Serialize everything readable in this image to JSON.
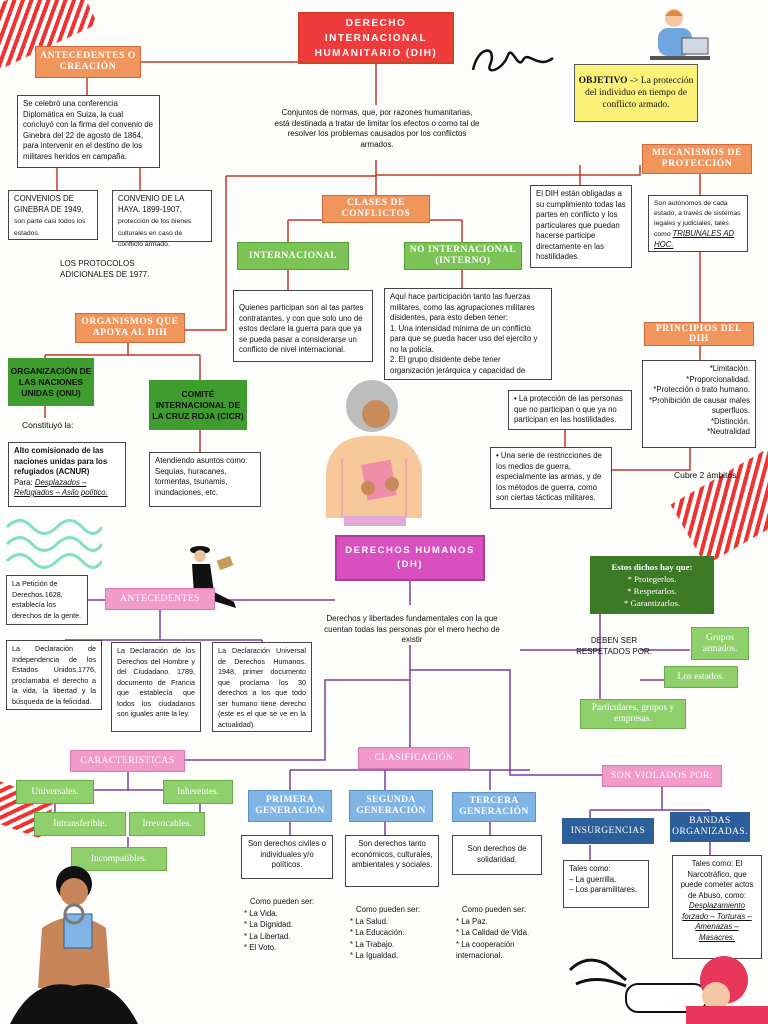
{
  "dih": {
    "title_line1": "DERECHO",
    "title_line2": "INTERNACIONAL",
    "title_line3": "HUMANITARIO (DIH)",
    "definition": "Conjuntos de normas, que, por razones humanitarias, está destinada a tratar de limitar los efectos o como tal de resolver los problemas causados por los conflictos armados.",
    "objetivo_label": "OBJETIVO",
    "objetivo_text": " -> La protección del individuo en tiempo de conflicto armado.",
    "antecedentes": {
      "label": "ANTECEDENTES O CREACIÓN",
      "text": "Se celebró una conferencia Diplomática en Suiza, la cual concluyó con la firma del convenio de Ginebra del 22 de agosto de 1864, para intervenir en el destino de los militares heridos en campaña.",
      "ginebra_a": "CONVENIOS DE GINEBRA DE 1949,",
      "ginebra_b": " son parte casi todos los estados.",
      "haya_a": "CONVENIO DE LA HAYA. 1899-1907,",
      "haya_b": " protección de los bienes culturales en caso de conflicto armado.",
      "protocolos": "LOS PROTOCOLOS ADICIONALES DE 1977."
    },
    "clases": {
      "label": "CLASES DE CONFLICTOS",
      "internacional": "INTERNACIONAL",
      "no_internacional": "NO INTERNACIONAL (INTERNO)",
      "internacional_text": "Quienes participan son al tas partes contratantes, y con que solo uno de estos declare la guerra para que ya se pueda pasar a considerarse un conflicto de nivel internacional.",
      "no_internacional_text": "Aquí hace participación tanto las fuerzas militares, como las agrupaciones militares disidentes, para esto deben tener:\n1. Una intensidad mínima de un conflicto para que se pueda hacer uso del ejercito y no la policía.\n2. El grupo disidente debe tener organización jerárquica y capacidad de"
    },
    "mecanismos": {
      "label": "MECANISMOS DE PROTECCIÓN",
      "left_text": "El DIH están obligadas a su cumplimiento todas las partes en conflicto y los particulares que puedan hacerse participe directamente en las hostilidades.",
      "right_text_a": "Son autónomos de cada estado, a través de sistemas legales y judiciales, tales como ",
      "right_text_b": "TRIBUNALES AD HOC."
    },
    "organismos": {
      "label": "ORGANISMOS QUE APOYA AL DIH",
      "onu": "ORGANIZACIÓN DE LAS NACIONES UNIDAS (ONU)",
      "constituyo": "Constituyó la:",
      "acnur_a": "Alto comisionado de las naciones unidas para los refugiados (ACNUR)",
      "acnur_para": "Para: ",
      "acnur_b": "Desplazados – Refugiados – Asilo político.",
      "cicr": "COMITÉ INTERNACIONAL DE LA CRUZ ROJA (CICR)",
      "cicr_text": "Atendiendo asuntos como: Sequías, huracanes, tormentas, tsunamis, inundaciones, etc."
    },
    "principios": {
      "label": "PRINCIPIOS DEL DIH",
      "items": [
        "*Limitación.",
        "*Proporcionalidad.",
        "*Protección o trato humano.",
        "*Prohibición de causar males superfluos.",
        "*Distinción.",
        "*Neutralidad"
      ]
    },
    "ambitos": {
      "a": "• La protección de las personas que no participan o que ya no participan en las hostilidades.",
      "b": "• Una serie de restricciones de los medios de guerra, especialmente las armas, y de los métodos de guerra, como son ciertas tácticas militares.",
      "label": "Cubre 2 ámbitos:"
    }
  },
  "dh": {
    "title_line1": "DERECHOS HUMANOS",
    "title_line2": "(DH)",
    "definition": "Derechos y libertades fundamentales con la que cuentan todas las personas por el mero hecho de existir",
    "estos": {
      "label": "Estos dichos hay que:",
      "items": [
        "* Protegerlos.",
        "* Respetarlos.",
        "* Garantizarlos."
      ]
    },
    "deben": "DEBEN SER RESPETADOS POR:",
    "grupos": "Grupos armados.",
    "estados": "Los estados.",
    "particulares": "Particulares, grupos y empresas.",
    "antecedentes": {
      "label": "ANTECEDENTES",
      "peticion": "La Petición de Derechos.1628, establecía los derechos de la gente.",
      "independencia": "La Declaración de Independencia de los Estados Unidos.1776, proclamaba el derecho a la vida, la libertad y la búsqueda de la felicidad.",
      "hombre": "La Declaración de los Derechos del Hombre y del Ciudadano. 1789, documento de Francia que establecía que todos los ciudadanos son iguales ante la ley.",
      "universal": "La Declaración Universal de Derechos Humanos. 1948, primer documento que proclama los 30 derechos a los que todo ser humano tiene derecho (este es el que se ve en la actualidad)."
    },
    "caracteristicas": {
      "label": "CARACTERISTICAS",
      "universales": "Universales.",
      "inherentes": "Inherentes.",
      "intransferible": "Intransferible.",
      "irrevocables": "Irrevocables.",
      "incompatibles": "Incompatibles."
    },
    "clasificacion": {
      "label": "CLASIFICACIÓN",
      "primera": "PRIMERA GENERACIÓN",
      "segunda": "SEGUNDA GENERACIÓN",
      "tercera": "TERCERA GENERACIÓN",
      "primera_text": "Son derechos civiles o individuales y/o políticos.",
      "segunda_text": "Son derechos tanto económicos, culturales, ambientales y sociales.",
      "tercera_text": "Son derechos de solidaridad.",
      "como": "Como pueden ser:",
      "primera_items": [
        "* La Vida.",
        "* La Dignidad.",
        "* La Libertad.",
        "* El Voto."
      ],
      "segunda_items": [
        "* La Salud.",
        "* La Educación.",
        "* La Trabajo.",
        "* La Igualdad."
      ],
      "tercera_items": [
        "* La Paz.",
        "* La Calidad de Vida.",
        "* La cooperación internacional."
      ]
    },
    "violados": {
      "label": "SON VIOLADOS POR:",
      "insurgencias": "INSURGENCIAS",
      "bandas": "BANDAS ORGANIZADAS.",
      "insurgencias_text_a": "Tales como:",
      "insurgencias_items": [
        "– La guerrilla.",
        "– Los paramilitares."
      ],
      "bandas_text": "Tales como: El Narcotráfico, que puede cometer actos de Abuso, como:",
      "bandas_items": "Desplazamiento forzado – Torturas – Amenazas – Masacres."
    }
  }
}
